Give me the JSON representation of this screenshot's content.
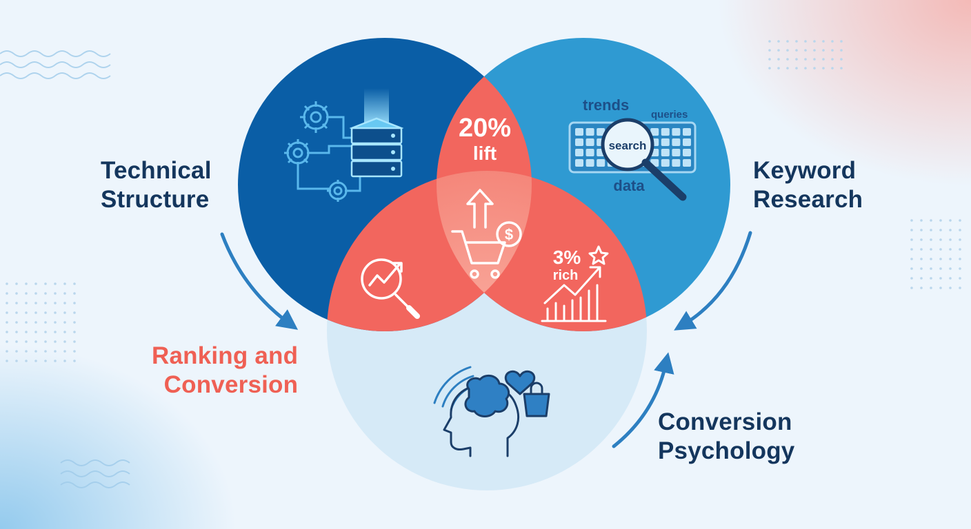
{
  "labels": {
    "technical": {
      "line1": "Technical",
      "line2": "Structure"
    },
    "keyword": {
      "line1": "Keyword",
      "line2": "Research"
    },
    "ranking": {
      "line1": "Ranking and",
      "line2": "Conversion"
    },
    "psychology": {
      "line1": "Conversion",
      "line2": "Psychology"
    }
  },
  "overlaps": {
    "top": {
      "value": "20%",
      "caption": "lift"
    },
    "right": {
      "value": "3%",
      "caption": "rich"
    }
  },
  "keyboard_words": {
    "top": "trends",
    "side": "queries",
    "bottom": "data",
    "lens": "search"
  },
  "colors": {
    "technical": "#0a5ea6",
    "keyword": "#2f9ad2",
    "overlap": "#f2665e",
    "psychology": "#d6eaf7",
    "heading": "#14365d",
    "accent": "#ef6054"
  },
  "icons": {
    "technical": "gears-server-icon",
    "keyword": "keyboard-magnifier-icon",
    "center": "cart-dollar-icon",
    "left": "search-growth-icon",
    "right": "growth-chart-star-icon",
    "psychology": "brain-heart-bag-icon"
  }
}
